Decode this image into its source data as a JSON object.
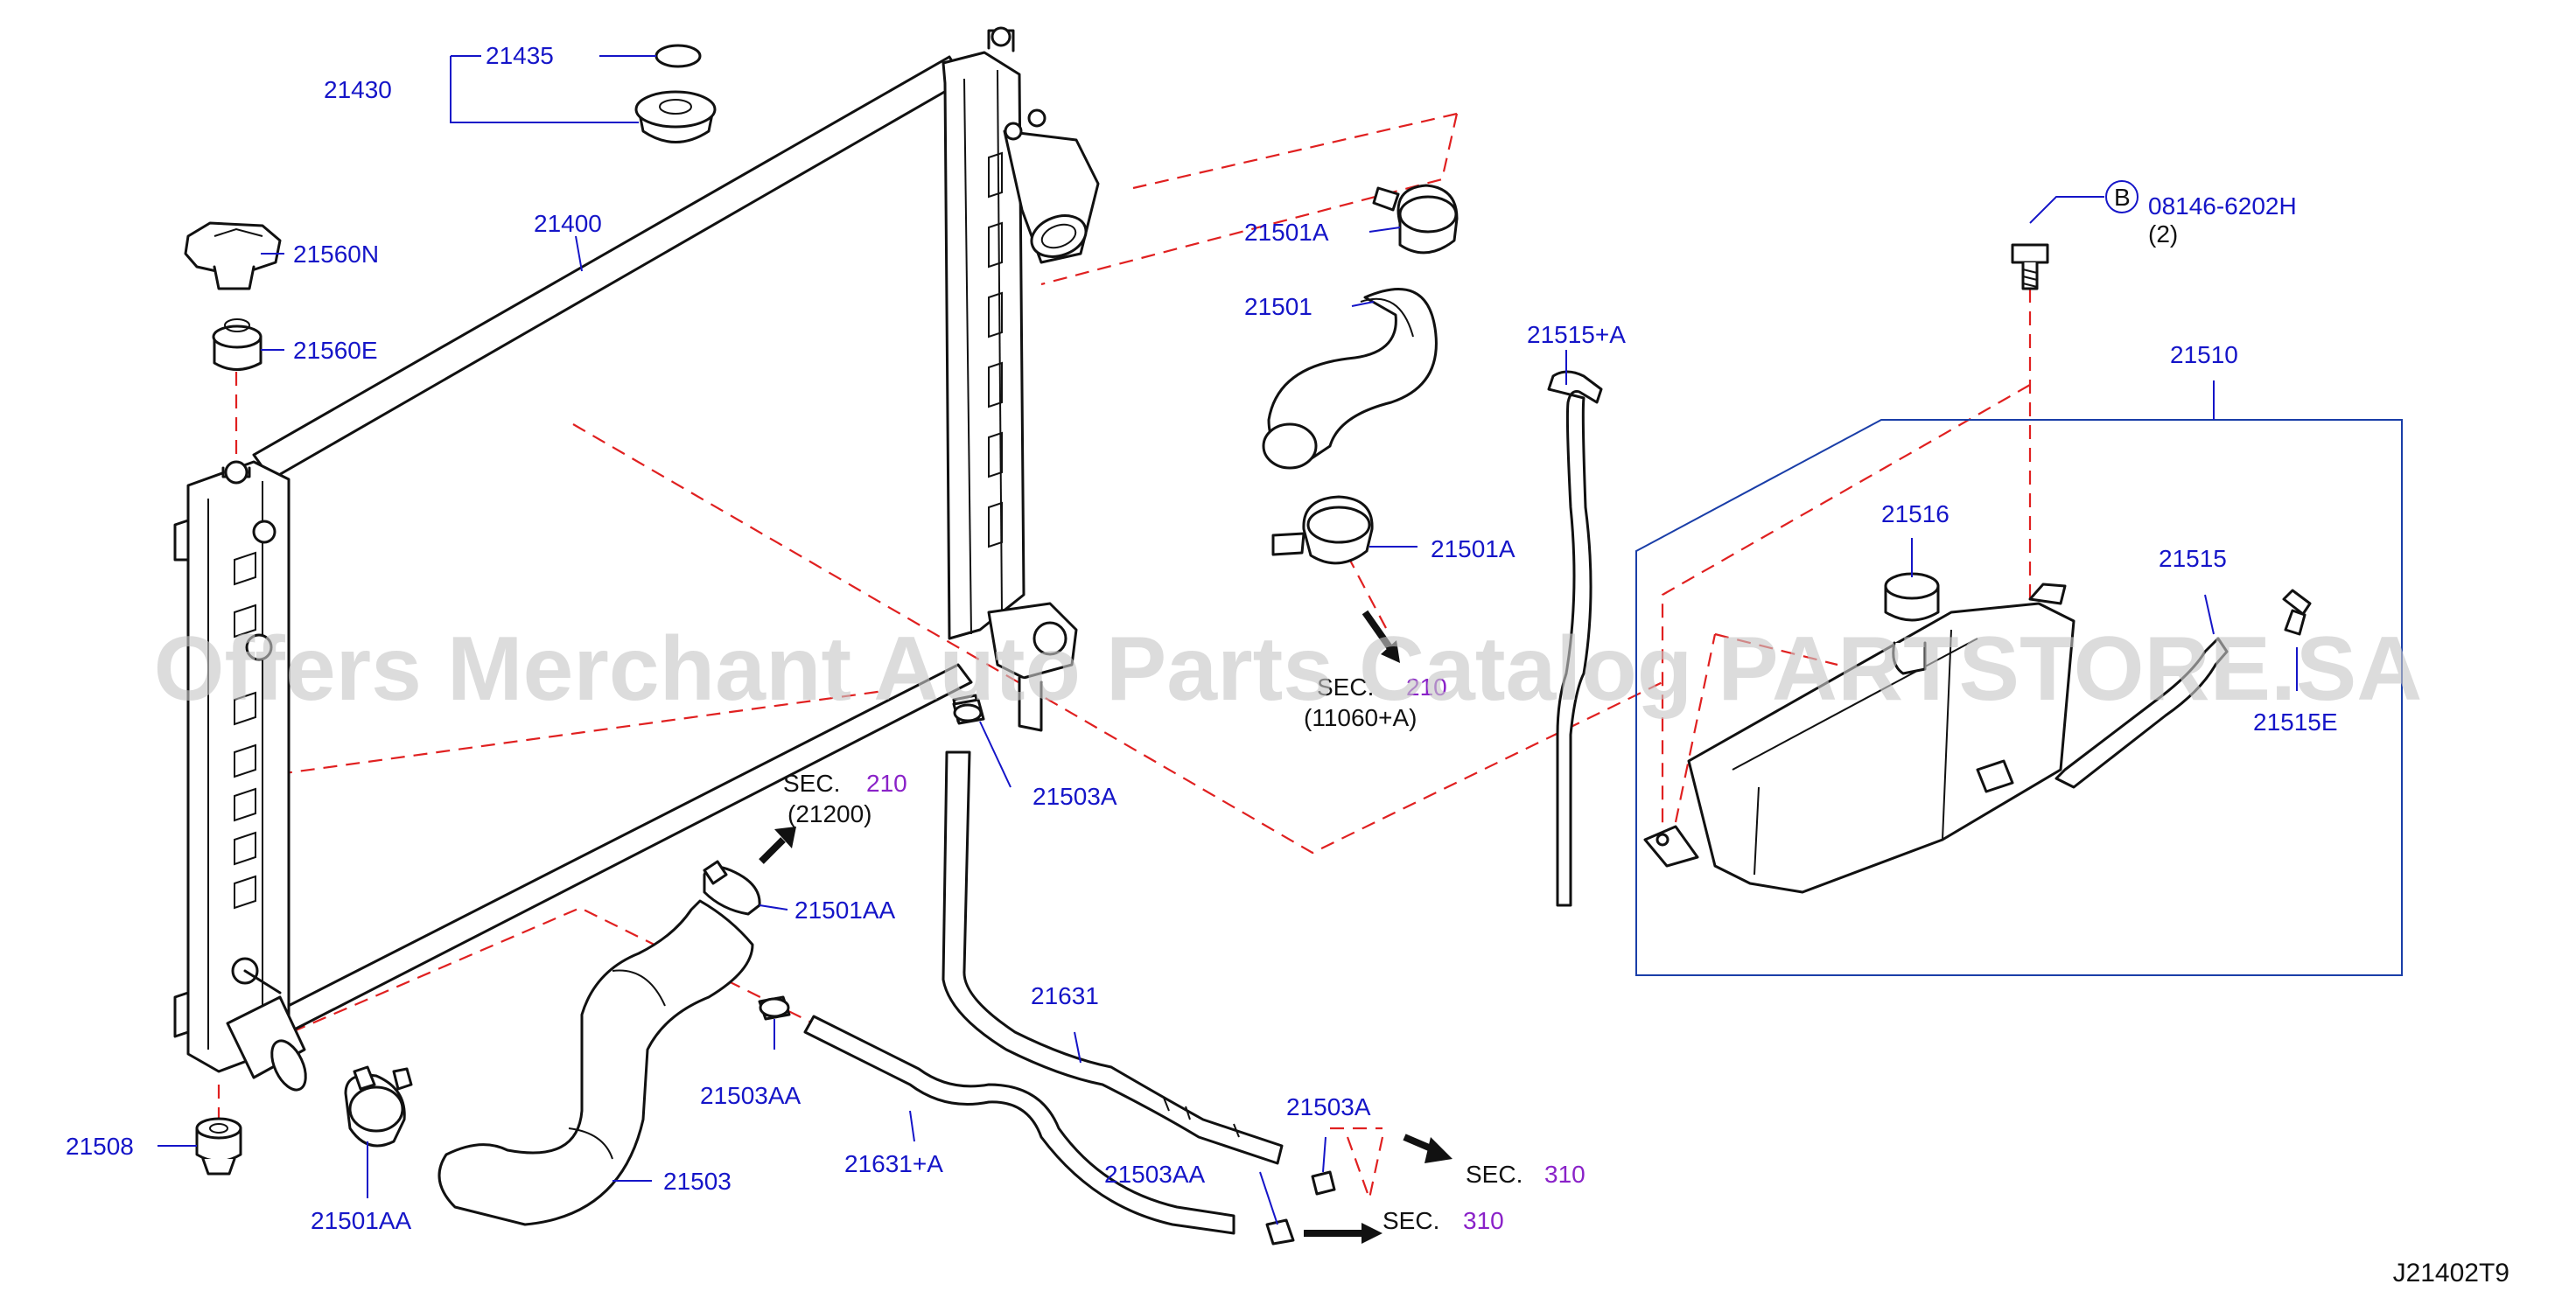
{
  "watermark": "Offers Merchant Auto Parts Catalog PARTSTORE.SA",
  "diagram_code": "J21402T9",
  "labels": {
    "p21435": "21435",
    "p21430": "21430",
    "p21400": "21400",
    "p21560N": "21560N",
    "p21560E": "21560E",
    "p21508": "21508",
    "p21501AA_bottom": "21501AA",
    "p21503": "21503",
    "p21503AA_mid": "21503AA",
    "p21501AA_mid": "21501AA",
    "p21631A": "21631+A",
    "p21503AA_lower": "21503AA",
    "p21631": "21631",
    "p21503A_mid": "21503A",
    "p21503A_lower": "21503A",
    "p21501A_top": "21501A",
    "p21501": "21501",
    "p21501A_mid": "21501A",
    "p21515A": "21515+A",
    "p21510": "21510",
    "p21516": "21516",
    "p21515": "21515",
    "p21515E": "21515E",
    "bolt_marker": "B",
    "bolt_number": "08146-6202H",
    "bolt_qty": "(2)"
  },
  "sections": {
    "sec_label": "SEC.",
    "sec210_upper": {
      "num": "210",
      "ref": "(11060+A)"
    },
    "sec210_lower": {
      "num": "210",
      "ref": "(21200)"
    },
    "sec310_upper": {
      "num": "310"
    },
    "sec310_lower": {
      "num": "310"
    }
  },
  "colors": {
    "part_number": "#1515c8",
    "leader": "#1515c8",
    "centerline": "#e02020",
    "section_number": "#8a22c8",
    "outline": "#111111",
    "box": "#1a3ea8"
  }
}
